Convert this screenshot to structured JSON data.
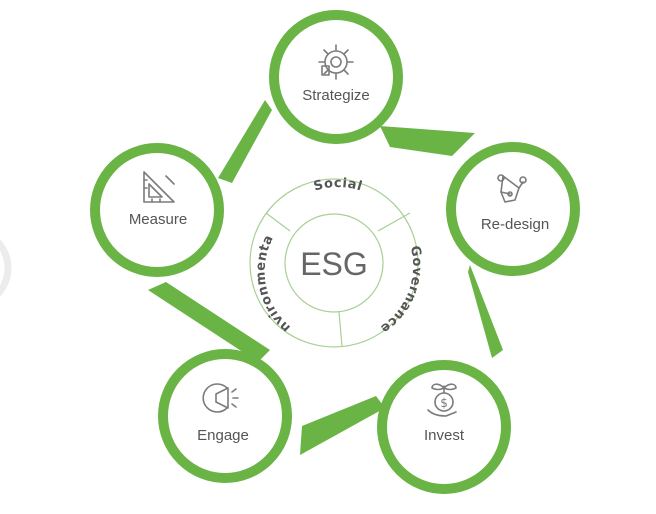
{
  "diagram": {
    "center": {
      "label": "ESG",
      "segments": [
        "Social",
        "Governance",
        "Environmental"
      ]
    },
    "nodes": [
      {
        "label": "Strategize",
        "icon": "gear-chess-icon"
      },
      {
        "label": "Re-design",
        "icon": "pen-nib-icon"
      },
      {
        "label": "Invest",
        "icon": "money-plant-hand-icon"
      },
      {
        "label": "Engage",
        "icon": "megaphone-icon"
      },
      {
        "label": "Measure",
        "icon": "set-square-ruler-icon"
      }
    ],
    "colors": {
      "ring": "#6ab446",
      "inner_circle_stroke": "#a8cf95",
      "text": "#555555",
      "icon": "#7b7b7b"
    }
  }
}
